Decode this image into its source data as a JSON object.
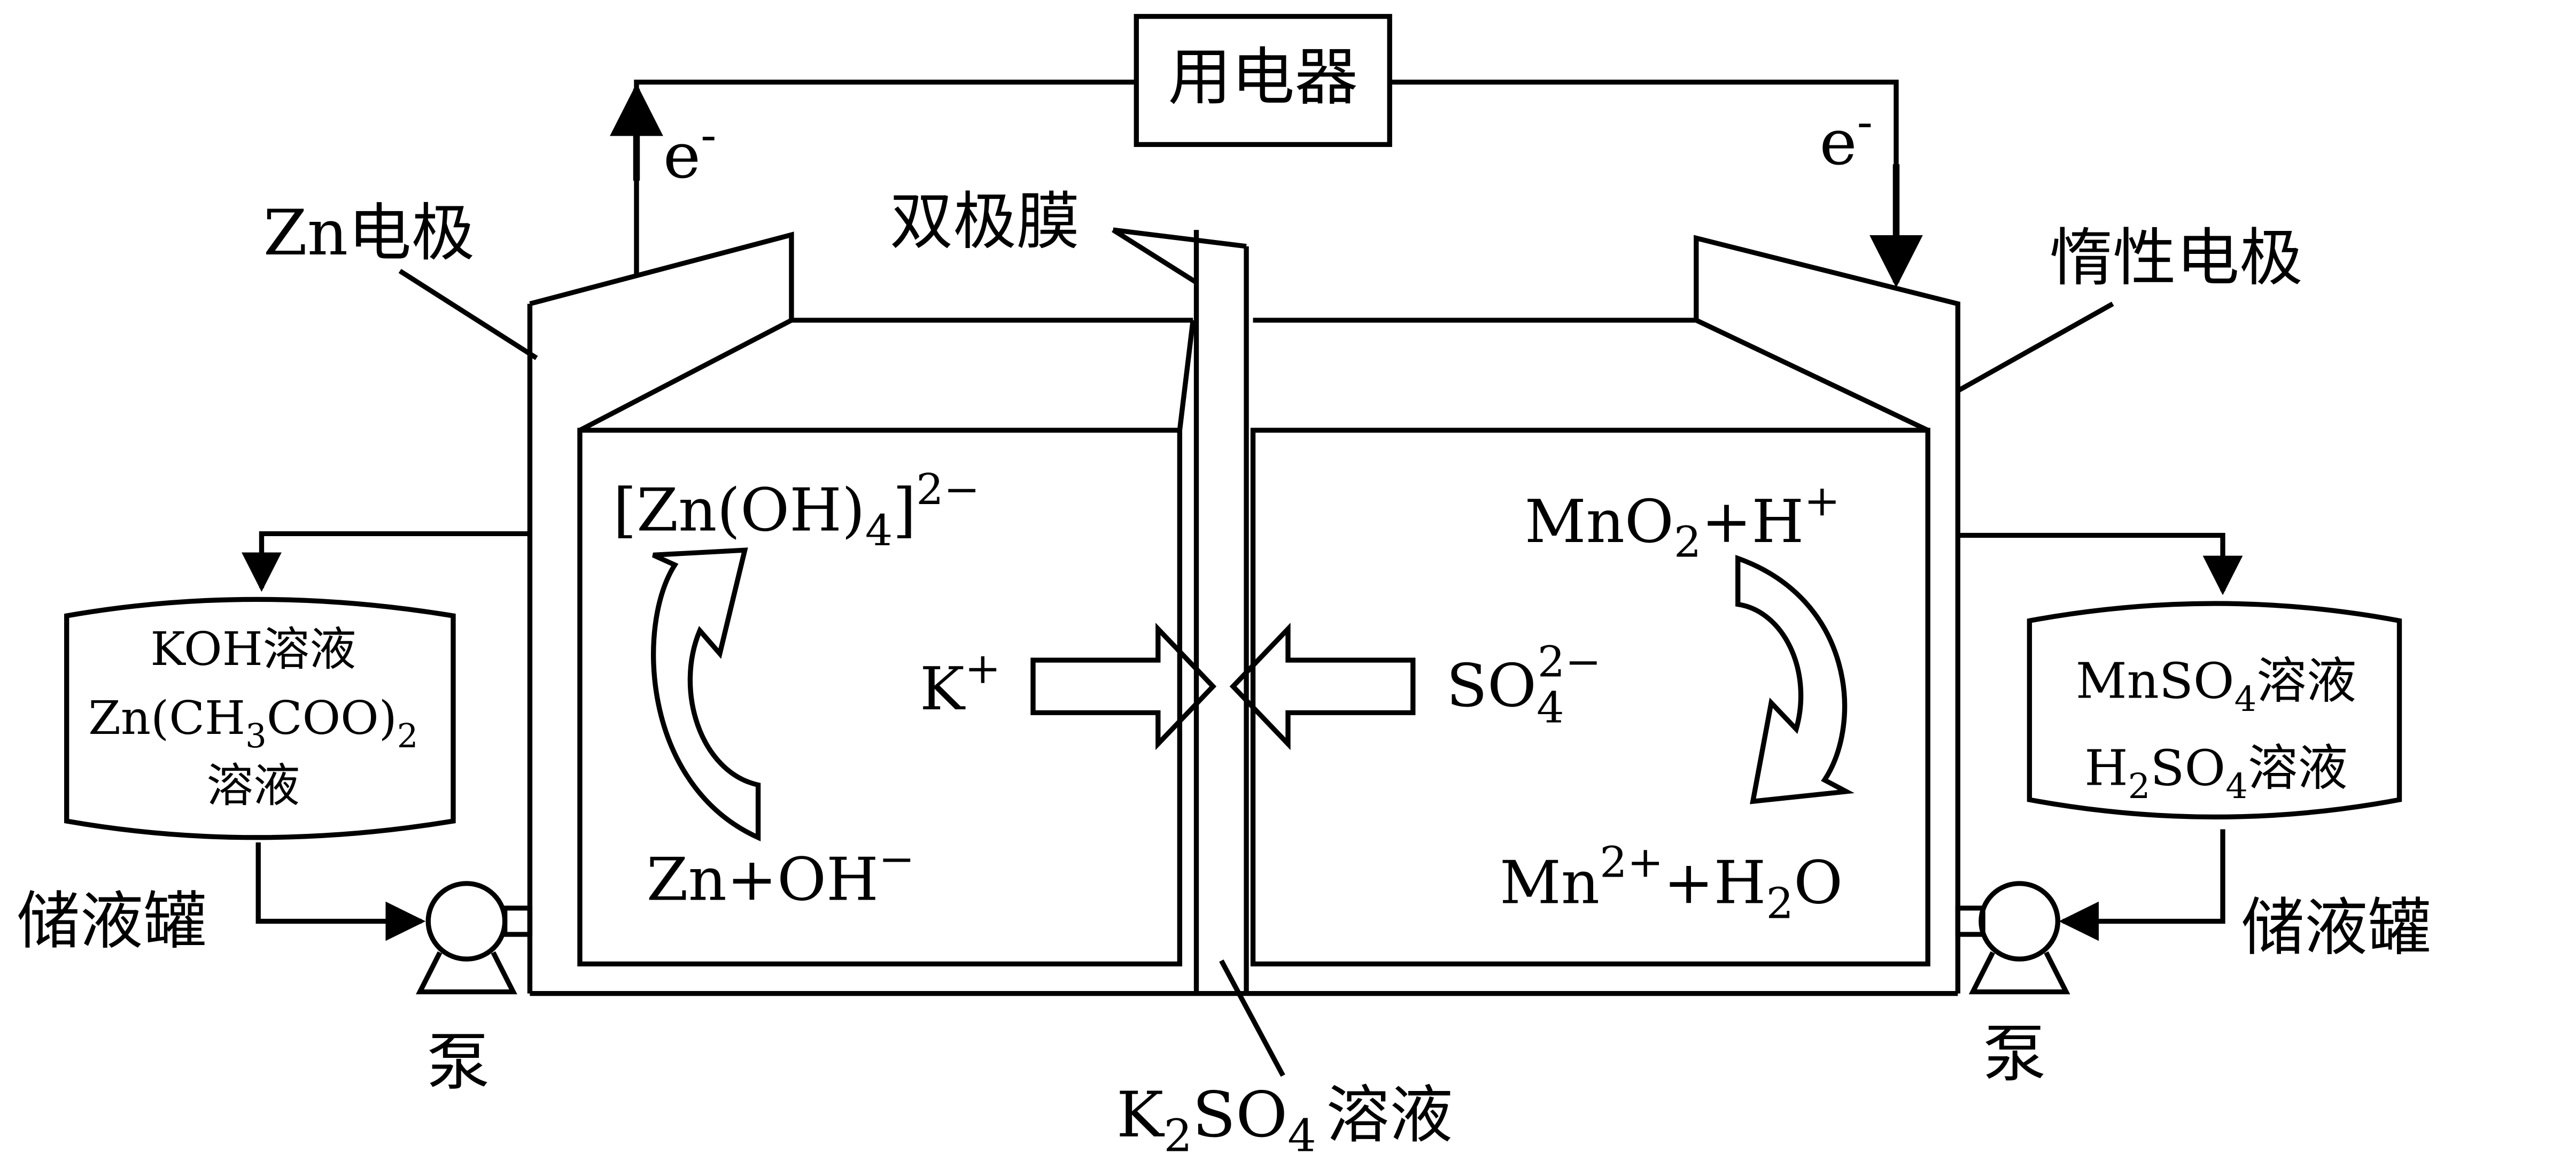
{
  "device_label": "用电器",
  "electron_label": "e",
  "electron_sign": "-",
  "zn_electrode_label": "Zn电极",
  "membrane_label": "双极膜",
  "inert_electrode_label": "惰性电极",
  "left_tank": {
    "line1": "KOH溶液",
    "line2": "Zn(CH",
    "line2_sub": "3",
    "line2_mid": "COO)",
    "line2_sub2": "2",
    "line3": "溶液",
    "label": "储液罐"
  },
  "right_tank": {
    "line1_a": "MnSO",
    "line1_sub": "4",
    "line1_b": "溶液",
    "line2_a": "H",
    "line2_sub": "2",
    "line2_b": "SO",
    "line2_sub2": "4",
    "line2_c": "溶液",
    "label": "储液罐"
  },
  "pump_label": "泵",
  "left_cell": {
    "product_a": "[Zn(OH)",
    "product_sub": "4",
    "product_b": "]",
    "product_sup": "2−",
    "reactant": "Zn+OH",
    "reactant_sup": "−"
  },
  "right_cell": {
    "reactant_a": "MnO",
    "reactant_sub": "2",
    "reactant_b": "+H",
    "reactant_sup": "+",
    "product_a": "Mn",
    "product_sup": "2+",
    "product_b": "+H",
    "product_sub": "2",
    "product_c": "O"
  },
  "ions": {
    "k_a": "K",
    "k_sup": "+",
    "so4_a": "SO",
    "so4_sub": "4",
    "so4_sup": "2−"
  },
  "middle_solution": {
    "a": "K",
    "sub": "2",
    "b": "SO",
    "sub2": "4",
    "c": "溶液"
  }
}
